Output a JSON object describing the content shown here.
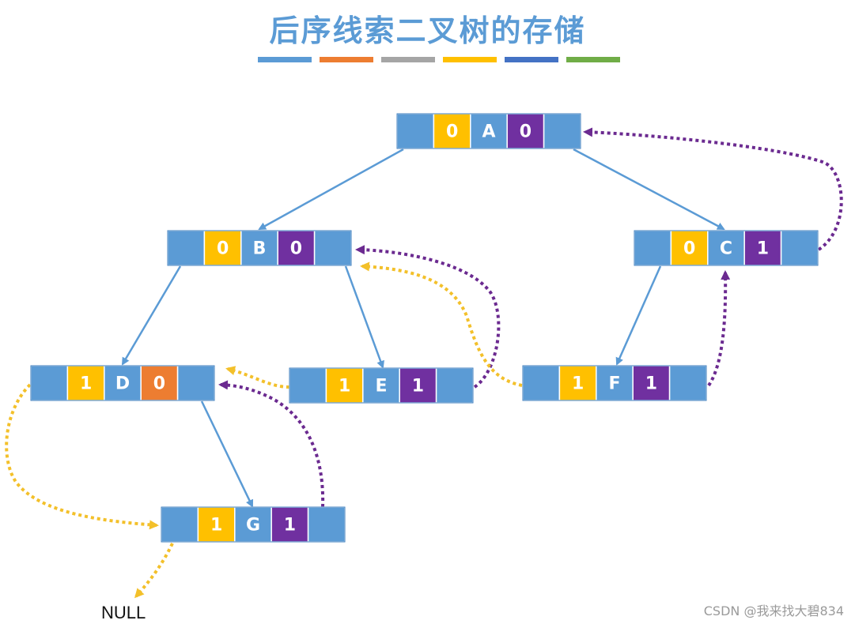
{
  "title": "后序线索二叉树的存储",
  "strip_colors": [
    "#5b9bd5",
    "#ed7d31",
    "#a5a5a5",
    "#ffc000",
    "#4472c4",
    "#70ad47"
  ],
  "colors": {
    "pointer": "#5b9bd5",
    "tag": "#ffc000",
    "data": "#5b9bd5",
    "rtag": "#7030a0",
    "rtag_alt": "#ed7d31",
    "tree_edge": "#5b9bd5",
    "thread_left": "#f3c02a",
    "thread_right": "#6b2a90"
  },
  "nodes": [
    {
      "id": "A",
      "ltag": "0",
      "data": "A",
      "rtag": "0",
      "rtag_color": "rtag"
    },
    {
      "id": "B",
      "ltag": "0",
      "data": "B",
      "rtag": "0",
      "rtag_color": "rtag"
    },
    {
      "id": "C",
      "ltag": "0",
      "data": "C",
      "rtag": "1",
      "rtag_color": "rtag"
    },
    {
      "id": "D",
      "ltag": "1",
      "data": "D",
      "rtag": "0",
      "rtag_color": "rtag_alt"
    },
    {
      "id": "E",
      "ltag": "1",
      "data": "E",
      "rtag": "1",
      "rtag_color": "rtag"
    },
    {
      "id": "F",
      "ltag": "1",
      "data": "F",
      "rtag": "1",
      "rtag_color": "rtag"
    },
    {
      "id": "G",
      "ltag": "1",
      "data": "G",
      "rtag": "1",
      "rtag_color": "rtag"
    }
  ],
  "tree_edges": [
    [
      "A",
      "B"
    ],
    [
      "A",
      "C"
    ],
    [
      "B",
      "D"
    ],
    [
      "B",
      "E"
    ],
    [
      "C",
      "F"
    ],
    [
      "D",
      "G"
    ]
  ],
  "null_label": "NULL",
  "watermark": "CSDN @我来找大碧834"
}
